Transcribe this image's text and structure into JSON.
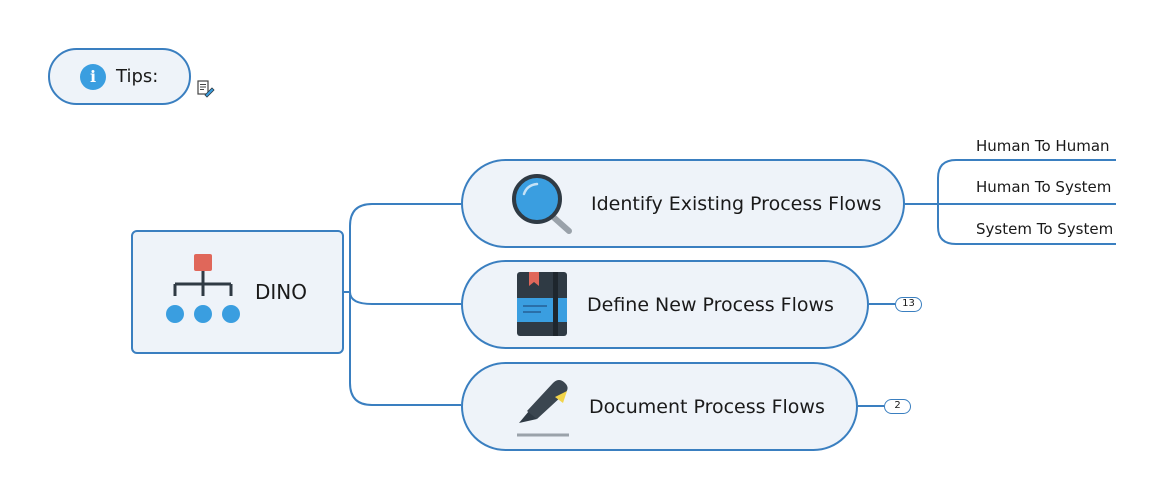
{
  "tips": {
    "label": "Tips:",
    "info_glyph": "i"
  },
  "root": {
    "label": "DINO",
    "icon": "org-chart-icon"
  },
  "branches": [
    {
      "label": "Identify Existing Process Flows",
      "icon": "magnifier-icon",
      "children": [
        "Human To Human",
        "Human To System",
        "System To System"
      ]
    },
    {
      "label": "Define New Process Flows",
      "icon": "notebook-icon",
      "collapsed_count": "13"
    },
    {
      "label": "Document Process Flows",
      "icon": "pen-icon",
      "collapsed_count": "2"
    }
  ],
  "colors": {
    "connector": "#3a7fc0",
    "node_fill": "#eef3f9",
    "accent_blue": "#3a9ee0",
    "accent_red": "#e0675a",
    "dark": "#2f3a44"
  }
}
